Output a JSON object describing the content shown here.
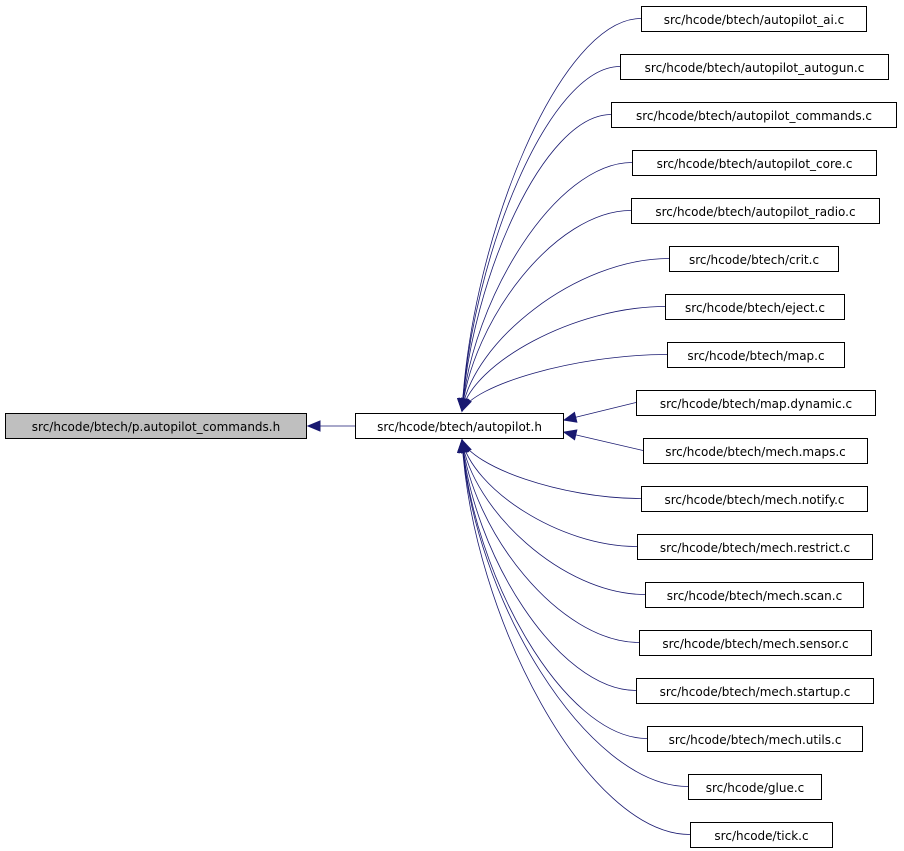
{
  "graph": {
    "root": {
      "label": "src/hcode/btech/p.autopilot_commands.h",
      "fill": "#bfbfbf"
    },
    "middle": {
      "label": "src/hcode/btech/autopilot.h"
    },
    "includers": [
      "src/hcode/btech/autopilot_ai.c",
      "src/hcode/btech/autopilot_autogun.c",
      "src/hcode/btech/autopilot_commands.c",
      "src/hcode/btech/autopilot_core.c",
      "src/hcode/btech/autopilot_radio.c",
      "src/hcode/btech/crit.c",
      "src/hcode/btech/eject.c",
      "src/hcode/btech/map.c",
      "src/hcode/btech/map.dynamic.c",
      "src/hcode/btech/mech.maps.c",
      "src/hcode/btech/mech.notify.c",
      "src/hcode/btech/mech.restrict.c",
      "src/hcode/btech/mech.scan.c",
      "src/hcode/btech/mech.sensor.c",
      "src/hcode/btech/mech.startup.c",
      "src/hcode/btech/mech.utils.c",
      "src/hcode/glue.c",
      "src/hcode/tick.c"
    ],
    "colors": {
      "edge": "#191970",
      "node_border": "#000000",
      "node_fill": "#ffffff"
    }
  }
}
